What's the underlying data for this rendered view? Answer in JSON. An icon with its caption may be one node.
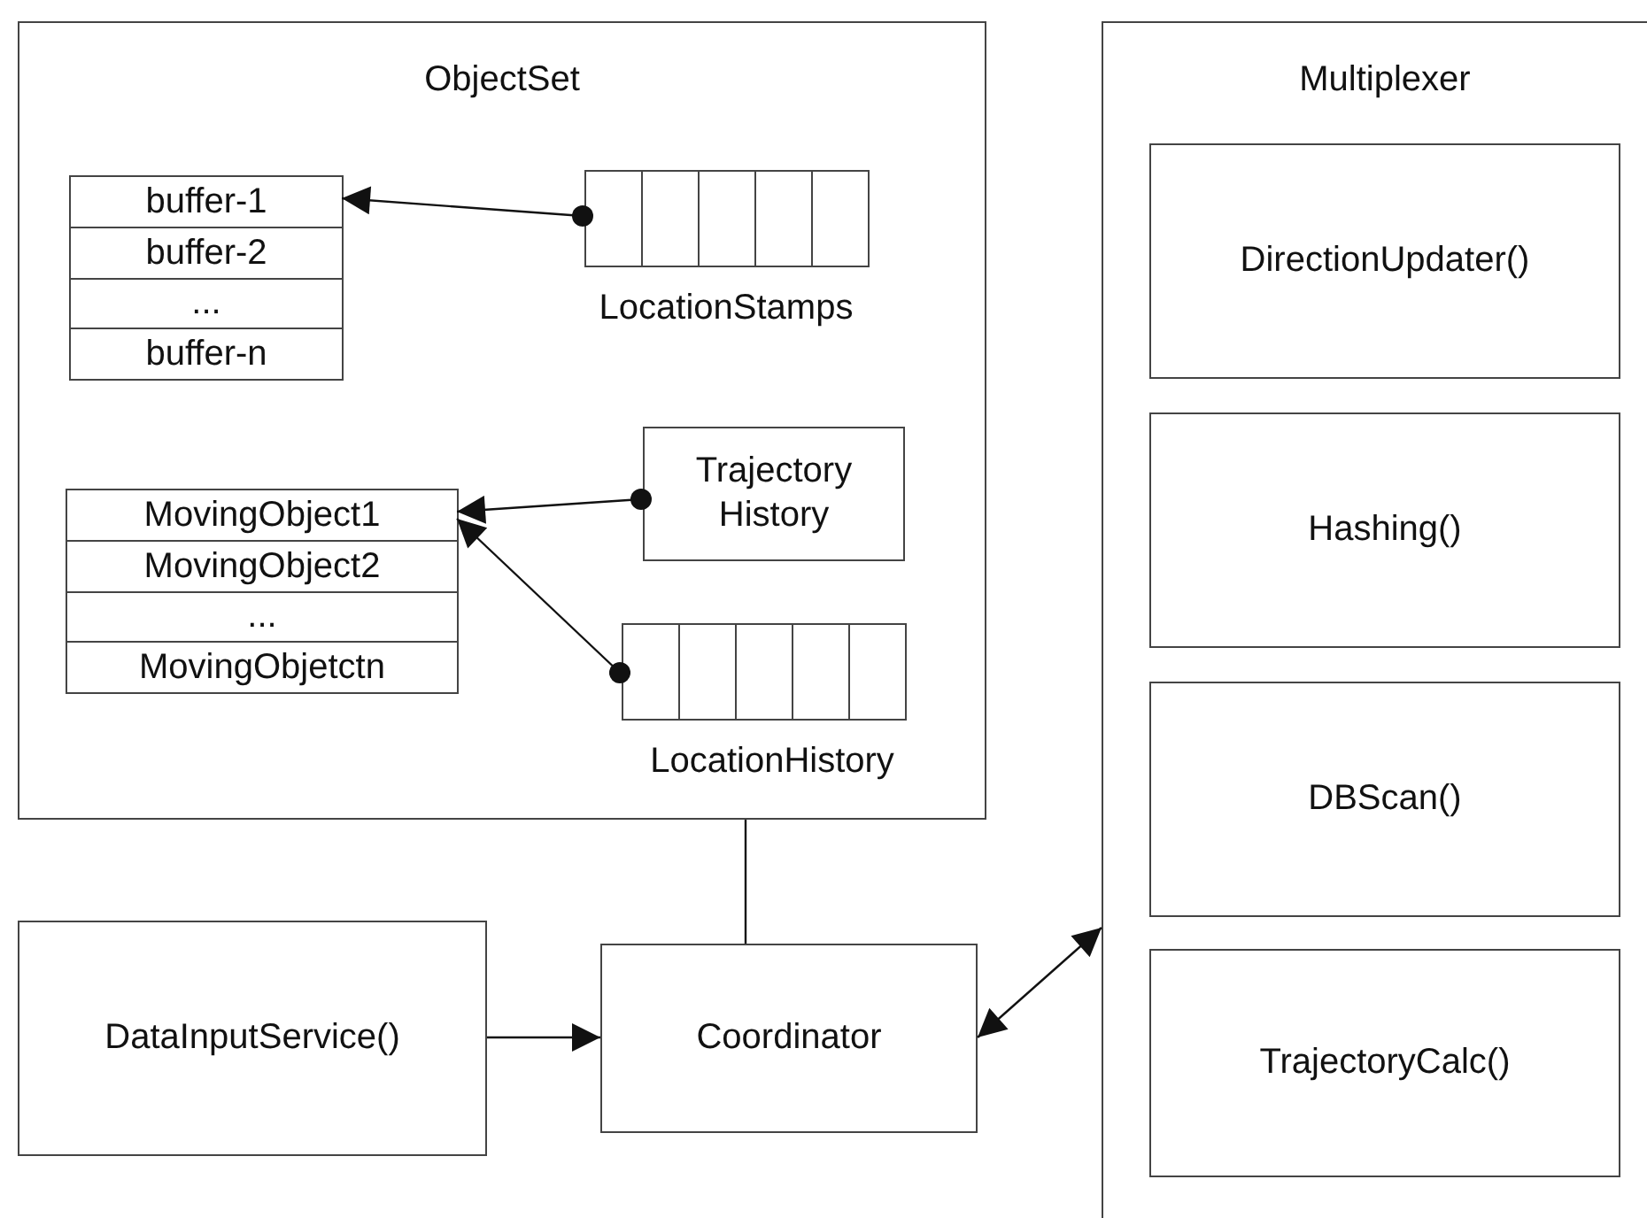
{
  "diagram": {
    "nodes": [
      {
        "text": [
          "ObjectSet"
        ]
      },
      {
        "text": [
          "buffer-1",
          "buffer-2",
          "...",
          "buffer-n"
        ],
        "in": 0
      },
      {
        "text": [
          "LocationStamps"
        ],
        "in": 0
      },
      {
        "text": [
          "Trajectory History"
        ],
        "in": 0
      },
      {
        "text": [
          "MovingObject1",
          "MovingObject2",
          "...",
          "MovingObjetctn"
        ],
        "in": 0
      },
      {
        "text": [
          "LocationHistory"
        ],
        "in": 0
      },
      {
        "text": [
          "Multiplexer"
        ]
      },
      {
        "text": [
          "DirectionUpdater()"
        ],
        "in": 6
      },
      {
        "text": [
          "Hashing()"
        ],
        "in": 6
      },
      {
        "text": [
          "DBScan()"
        ],
        "in": 6
      },
      {
        "text": [
          "TrajectoryCalc()"
        ],
        "in": 6
      },
      {
        "text": [
          "DataInputService()"
        ]
      },
      {
        "text": [
          "Coordinator"
        ]
      }
    ],
    "edges": [
      {
        "from": 2,
        "to": 1,
        "arrow": "to"
      },
      {
        "from": 3,
        "to": 4,
        "arrow": "to"
      },
      {
        "from": 5,
        "to": 4,
        "arrow": "to"
      },
      {
        "from": 12,
        "to": 0,
        "arrow": "none"
      },
      {
        "from": 11,
        "to": 12,
        "arrow": "to"
      },
      {
        "from": 12,
        "to": 6,
        "arrow": "both"
      }
    ]
  }
}
